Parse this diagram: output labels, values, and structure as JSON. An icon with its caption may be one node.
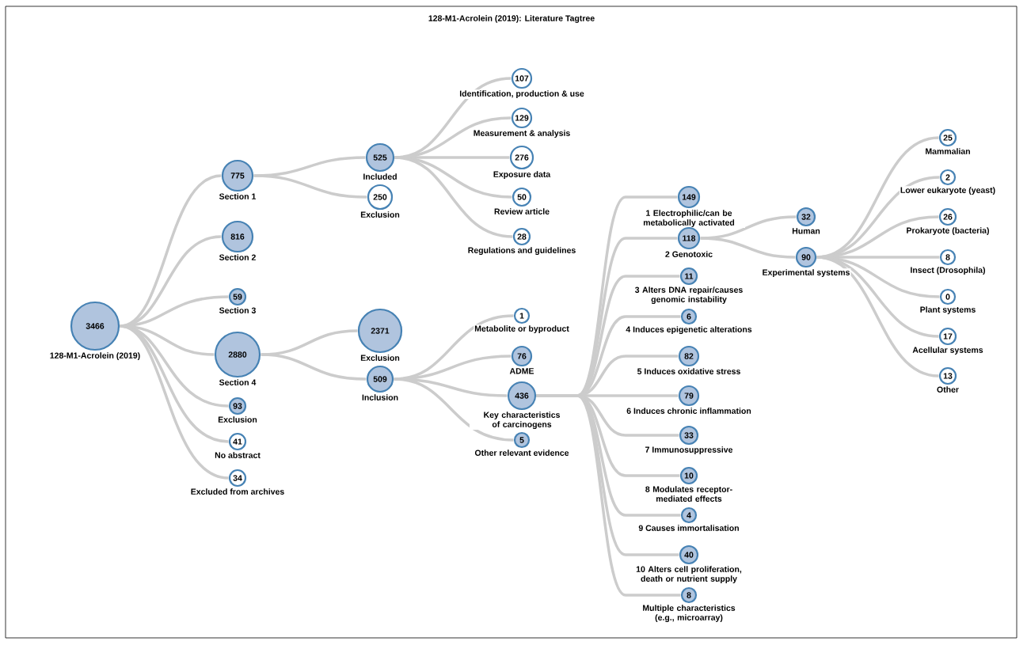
{
  "diagram": {
    "title": "128-M1-Acrolein (2019): Literature Tagtree",
    "nodes": [
      {
        "text": [
          "3466",
          "128-M1-Acrolein (2019)"
        ]
      },
      {
        "text": [
          "775",
          "Section 1"
        ]
      },
      {
        "text": [
          "816",
          "Section 2"
        ]
      },
      {
        "text": [
          "59",
          "Section 3"
        ]
      },
      {
        "text": [
          "2880",
          "Section 4"
        ]
      },
      {
        "text": [
          "93",
          "Exclusion"
        ]
      },
      {
        "text": [
          "41",
          "No abstract"
        ]
      },
      {
        "text": [
          "34",
          "Excluded from archives"
        ]
      },
      {
        "text": [
          "525",
          "Included"
        ]
      },
      {
        "text": [
          "250",
          "Exclusion"
        ]
      },
      {
        "text": [
          "2371",
          "Exclusion"
        ]
      },
      {
        "text": [
          "509",
          "Inclusion"
        ]
      },
      {
        "text": [
          "107",
          "Identification, production & use"
        ]
      },
      {
        "text": [
          "129",
          "Measurement & analysis"
        ]
      },
      {
        "text": [
          "276",
          "Exposure data"
        ]
      },
      {
        "text": [
          "50",
          "Review article"
        ]
      },
      {
        "text": [
          "28",
          "Regulations and guidelines"
        ]
      },
      {
        "text": [
          "1",
          "Metabolite or byproduct"
        ]
      },
      {
        "text": [
          "76",
          "ADME"
        ]
      },
      {
        "text": [
          "436",
          "Key characteristics of carcinogens"
        ]
      },
      {
        "text": [
          "5",
          "Other relevant evidence"
        ]
      },
      {
        "text": [
          "149",
          "1 Electrophilic/can be metabolically activated"
        ]
      },
      {
        "text": [
          "118",
          "2 Genotoxic"
        ]
      },
      {
        "text": [
          "11",
          "3 Alters DNA repair/causes genomic instability"
        ]
      },
      {
        "text": [
          "6",
          "4 Induces epigenetic alterations"
        ]
      },
      {
        "text": [
          "82",
          "5 Induces oxidative stress"
        ]
      },
      {
        "text": [
          "79",
          "6 Induces chronic inflammation"
        ]
      },
      {
        "text": [
          "33",
          "7 Immunosuppressive"
        ]
      },
      {
        "text": [
          "10",
          "8 Modulates receptor-mediated effects"
        ]
      },
      {
        "text": [
          "4",
          "9 Causes immortalisation"
        ]
      },
      {
        "text": [
          "40",
          "10 Alters cell proliferation, death or nutrient supply"
        ]
      },
      {
        "text": [
          "8",
          "Multiple characteristics (e.g., microarray)"
        ]
      },
      {
        "text": [
          "32",
          "Human"
        ]
      },
      {
        "text": [
          "90",
          "Experimental systems"
        ]
      },
      {
        "text": [
          "25",
          "Mammalian"
        ]
      },
      {
        "text": [
          "2",
          "Lower eukaryote (yeast)"
        ]
      },
      {
        "text": [
          "26",
          "Prokaryote (bacteria)"
        ]
      },
      {
        "text": [
          "8",
          "Insect (Drosophila)"
        ]
      },
      {
        "text": [
          "0",
          "Plant systems"
        ]
      },
      {
        "text": [
          "17",
          "Acellular systems"
        ]
      },
      {
        "text": [
          "13",
          "Other"
        ]
      }
    ],
    "edges": [
      {
        "from": 0,
        "to": 1,
        "arrow": "none"
      },
      {
        "from": 0,
        "to": 2,
        "arrow": "none"
      },
      {
        "from": 0,
        "to": 3,
        "arrow": "none"
      },
      {
        "from": 0,
        "to": 4,
        "arrow": "none"
      },
      {
        "from": 0,
        "to": 5,
        "arrow": "none"
      },
      {
        "from": 0,
        "to": 6,
        "arrow": "none"
      },
      {
        "from": 0,
        "to": 7,
        "arrow": "none"
      },
      {
        "from": 1,
        "to": 8,
        "arrow": "none"
      },
      {
        "from": 1,
        "to": 9,
        "arrow": "none"
      },
      {
        "from": 4,
        "to": 10,
        "arrow": "none"
      },
      {
        "from": 4,
        "to": 11,
        "arrow": "none"
      },
      {
        "from": 8,
        "to": 12,
        "arrow": "none"
      },
      {
        "from": 8,
        "to": 13,
        "arrow": "none"
      },
      {
        "from": 8,
        "to": 14,
        "arrow": "none"
      },
      {
        "from": 8,
        "to": 15,
        "arrow": "none"
      },
      {
        "from": 8,
        "to": 16,
        "arrow": "none"
      },
      {
        "from": 11,
        "to": 17,
        "arrow": "none"
      },
      {
        "from": 11,
        "to": 18,
        "arrow": "none"
      },
      {
        "from": 11,
        "to": 19,
        "arrow": "none"
      },
      {
        "from": 11,
        "to": 20,
        "arrow": "none"
      },
      {
        "from": 19,
        "to": 21,
        "arrow": "none"
      },
      {
        "from": 19,
        "to": 22,
        "arrow": "none"
      },
      {
        "from": 19,
        "to": 23,
        "arrow": "none"
      },
      {
        "from": 19,
        "to": 24,
        "arrow": "none"
      },
      {
        "from": 19,
        "to": 25,
        "arrow": "none"
      },
      {
        "from": 19,
        "to": 26,
        "arrow": "none"
      },
      {
        "from": 19,
        "to": 27,
        "arrow": "none"
      },
      {
        "from": 19,
        "to": 28,
        "arrow": "none"
      },
      {
        "from": 19,
        "to": 29,
        "arrow": "none"
      },
      {
        "from": 19,
        "to": 30,
        "arrow": "none"
      },
      {
        "from": 19,
        "to": 31,
        "arrow": "none"
      },
      {
        "from": 22,
        "to": 32,
        "arrow": "none"
      },
      {
        "from": 22,
        "to": 33,
        "arrow": "none"
      },
      {
        "from": 33,
        "to": 34,
        "arrow": "none"
      },
      {
        "from": 33,
        "to": 35,
        "arrow": "none"
      },
      {
        "from": 33,
        "to": 36,
        "arrow": "none"
      },
      {
        "from": 33,
        "to": 37,
        "arrow": "none"
      },
      {
        "from": 33,
        "to": 38,
        "arrow": "none"
      },
      {
        "from": 33,
        "to": 39,
        "arrow": "none"
      },
      {
        "from": 33,
        "to": 40,
        "arrow": "none"
      }
    ]
  }
}
